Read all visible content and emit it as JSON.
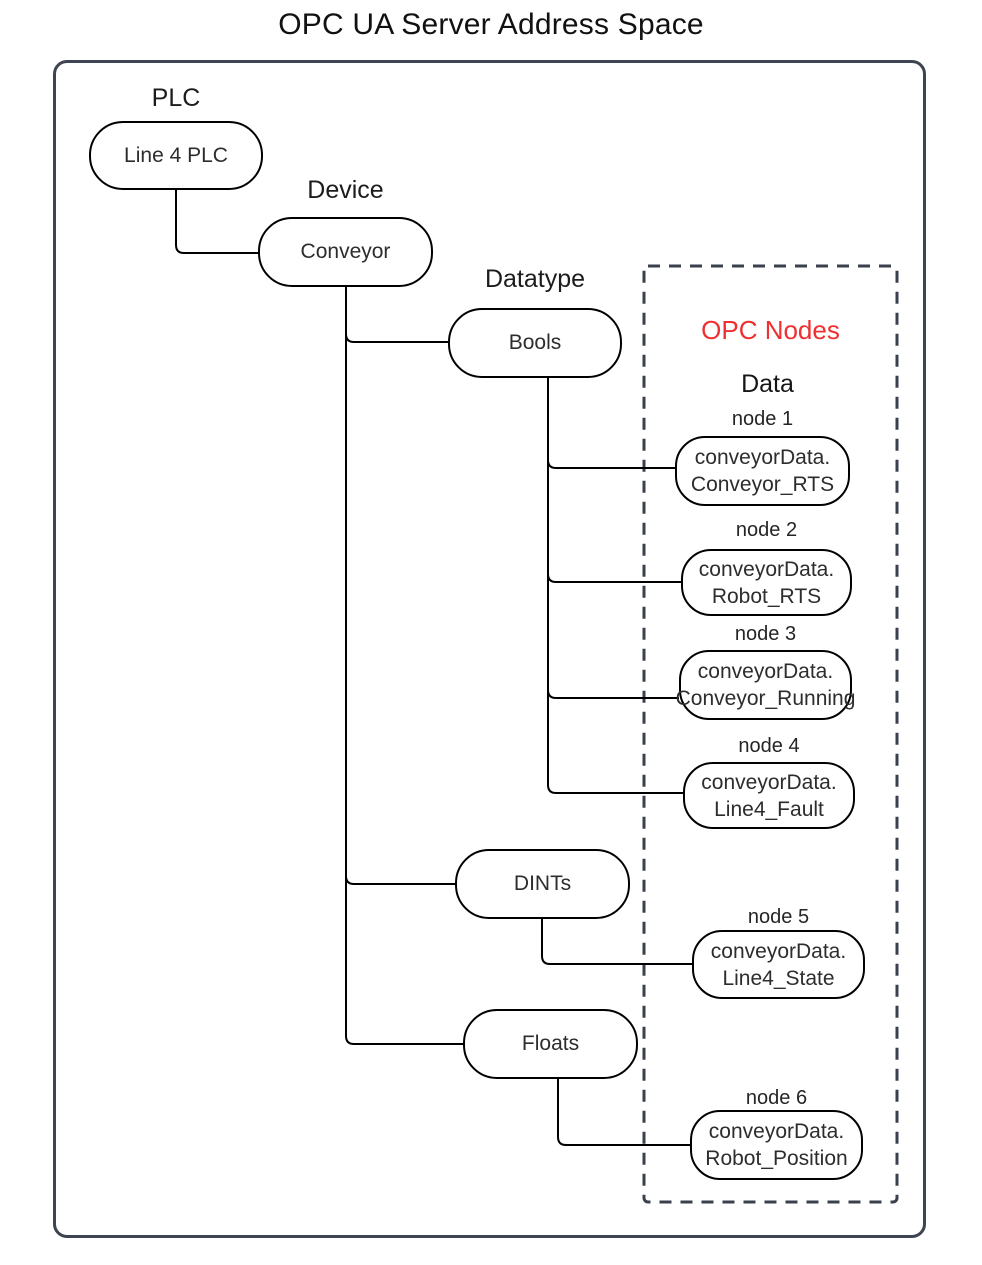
{
  "title": "OPC UA Server Address Space",
  "colors": {
    "frame_border": "#3e4450",
    "opc_panel_dashed_border": "#3a414d",
    "opc_panel_title_red": "#f03030",
    "node_stroke": "#000000",
    "text": "#1e1e1e",
    "background": "#ffffff"
  },
  "groups": {
    "plc": {
      "label": "PLC",
      "node": "Line 4 PLC"
    },
    "device": {
      "label": "Device",
      "node": "Conveyor"
    },
    "datatype": {
      "label": "Datatype",
      "types": {
        "bools": "Bools",
        "dints": "DINTs",
        "floats": "Floats"
      }
    }
  },
  "opc_panel": {
    "title": "OPC Nodes",
    "subtitle": "Data",
    "nodes": [
      {
        "label": "node 1",
        "line1": "conveyorData.",
        "line2": "Conveyor_RTS"
      },
      {
        "label": "node 2",
        "line1": "conveyorData.",
        "line2": "Robot_RTS"
      },
      {
        "label": "node 3",
        "line1": "conveyorData.",
        "line2": "Conveyor_Running"
      },
      {
        "label": "node 4",
        "line1": "conveyorData.",
        "line2": "Line4_Fault"
      },
      {
        "label": "node 5",
        "line1": "conveyorData.",
        "line2": "Line4_State"
      },
      {
        "label": "node 6",
        "line1": "conveyorData.",
        "line2": "Robot_Position"
      }
    ]
  },
  "edges": [
    "Line 4 PLC -> Conveyor",
    "Conveyor -> Bools",
    "Conveyor -> DINTs",
    "Conveyor -> Floats",
    "Bools -> conveyorData.Conveyor_RTS",
    "Bools -> conveyorData.Robot_RTS",
    "Bools -> conveyorData.Conveyor_Running",
    "Bools -> conveyorData.Line4_Fault",
    "DINTs -> conveyorData.Line4_State",
    "Floats -> conveyorData.Robot_Position"
  ]
}
